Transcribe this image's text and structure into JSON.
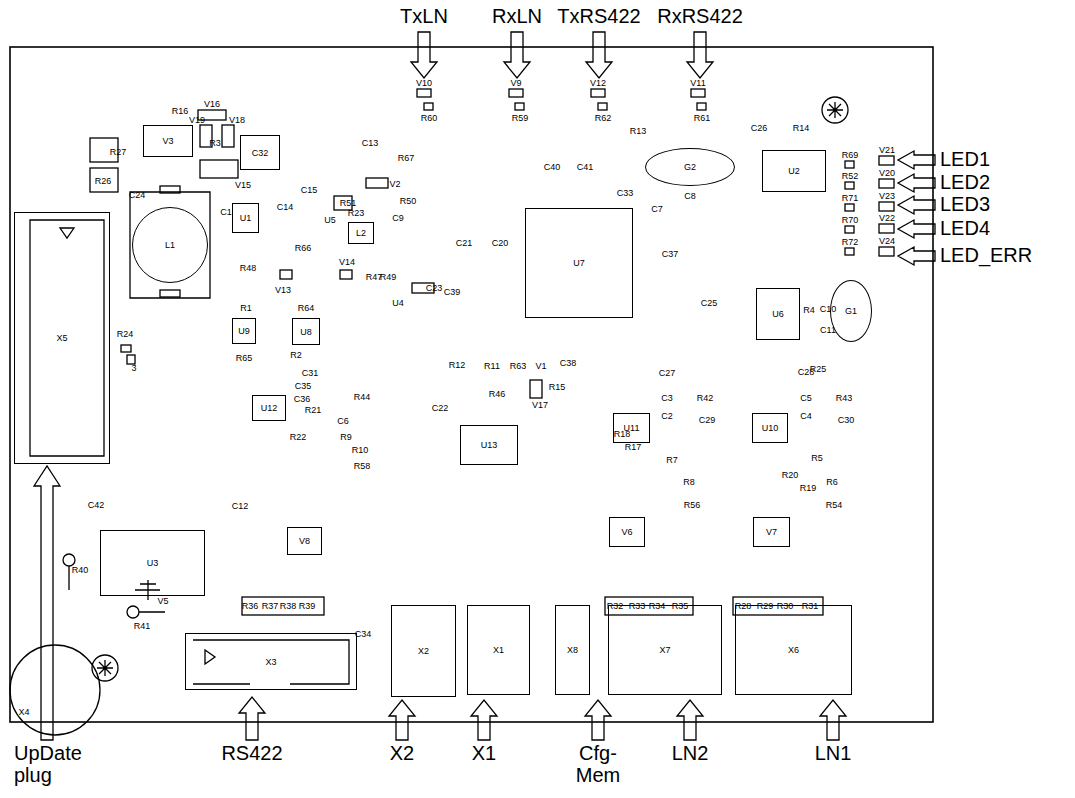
{
  "diagram": {
    "nodes": [
      {
        "text": [
          "V3"
        ]
      },
      {
        "text": [
          "C32"
        ]
      },
      {
        "text": [
          "L1"
        ]
      },
      {
        "text": [
          "U1"
        ]
      },
      {
        "text": [
          "L2"
        ]
      },
      {
        "text": [
          "G2"
        ]
      },
      {
        "text": [
          "U2"
        ]
      },
      {
        "text": [
          "X5"
        ]
      },
      {
        "text": [
          "U7"
        ]
      },
      {
        "text": [
          "U9"
        ]
      },
      {
        "text": [
          "U8"
        ]
      },
      {
        "text": [
          "G1"
        ]
      },
      {
        "text": [
          "U6"
        ]
      },
      {
        "text": [
          "U12"
        ]
      },
      {
        "text": [
          "U13"
        ]
      },
      {
        "text": [
          "U11"
        ]
      },
      {
        "text": [
          "U10"
        ]
      },
      {
        "text": [
          "U3"
        ]
      },
      {
        "text": [
          "V8"
        ]
      },
      {
        "text": [
          "V6"
        ]
      },
      {
        "text": [
          "V7"
        ]
      },
      {
        "text": [
          "X3"
        ]
      },
      {
        "text": [
          "X2"
        ]
      },
      {
        "text": [
          "X1"
        ]
      },
      {
        "text": [
          "X8"
        ]
      },
      {
        "text": [
          "X7"
        ]
      },
      {
        "text": [
          "X6"
        ]
      }
    ],
    "labels": [
      "TxLN",
      "RxLN",
      "TxRS422",
      "RxRS422",
      "LED1",
      "LED2",
      "LED3",
      "LED4",
      "LED_ERR",
      "UpDate plug",
      "RS422",
      "X2",
      "X1",
      "Cfg- Mem",
      "LN2",
      "LN1",
      "V16",
      "V19",
      "V18",
      "R16",
      "R27",
      "R26",
      "R3",
      "V15",
      "C24",
      "C1",
      "C14",
      "C13",
      "R67",
      "V2",
      "C15",
      "R51",
      "R23",
      "R50",
      "C9",
      "U5",
      "R66",
      "R48",
      "V13",
      "V14",
      "R47",
      "R49",
      "U4",
      "C23",
      "C39",
      "C21",
      "C20",
      "C40",
      "C41",
      "R13",
      "C33",
      "C8",
      "C7",
      "C26",
      "R14",
      "R69",
      "R52",
      "R71",
      "R70",
      "R72",
      "V21",
      "V20",
      "V23",
      "V22",
      "V24",
      "C37",
      "C25",
      "R4",
      "C10",
      "C11",
      "R25",
      "C38",
      "R24",
      "3",
      "R1",
      "R64",
      "R65",
      "R2",
      "C31",
      "C35",
      "C36",
      "R21",
      "R44",
      "C6",
      "R22",
      "R9",
      "R10",
      "R58",
      "C42",
      "C12",
      "R12",
      "R11",
      "R63",
      "V1",
      "R15",
      "C22",
      "R46",
      "V17",
      "C27",
      "C3",
      "C2",
      "R42",
      "C29",
      "R18",
      "R17",
      "R7",
      "R8",
      "R56",
      "C28",
      "C5",
      "C4",
      "R43",
      "C30",
      "R20",
      "R19",
      "R5",
      "R6",
      "R54",
      "R36",
      "R37",
      "R38",
      "R39",
      "R32",
      "R33",
      "R34",
      "R35",
      "R28",
      "R29",
      "R30",
      "R31",
      "V5",
      "R40",
      "R41",
      "C34",
      "X4",
      "V10",
      "R60",
      "V9",
      "R59",
      "V12",
      "R62",
      "V11",
      "R61"
    ]
  }
}
